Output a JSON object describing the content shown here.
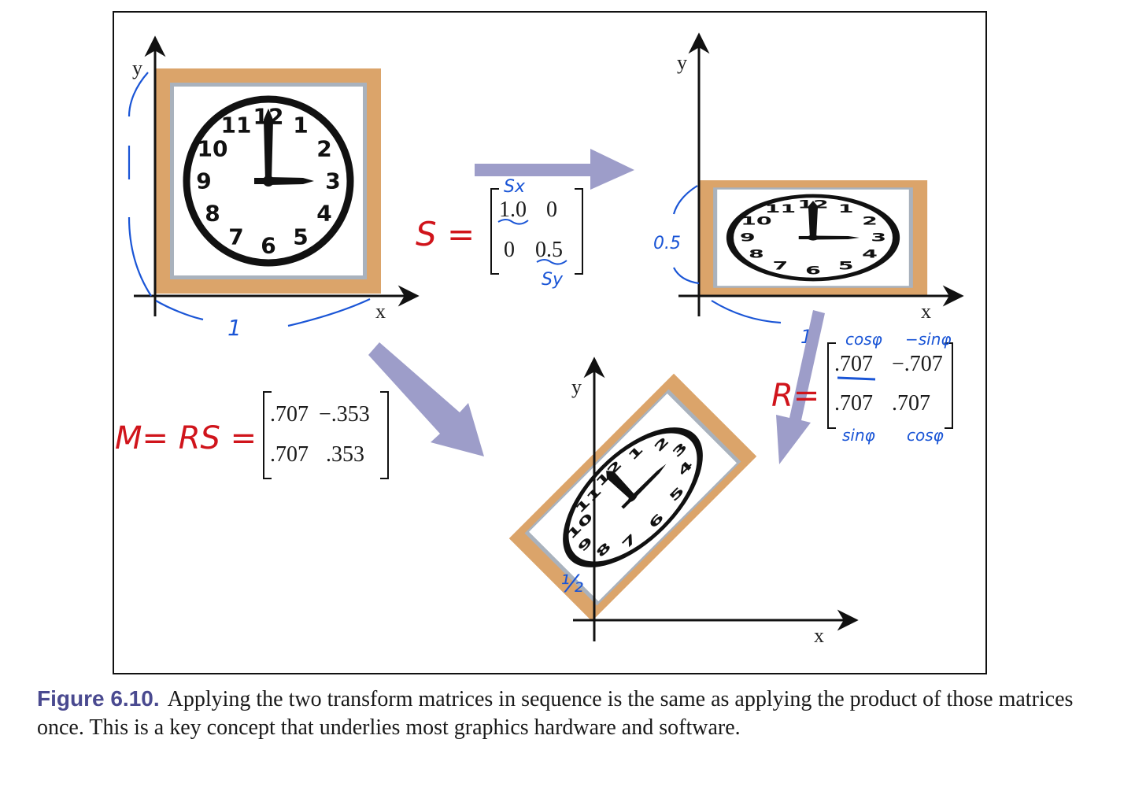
{
  "axes": {
    "x": "x",
    "y": "y"
  },
  "clock_numbers": [
    "12",
    "1",
    "2",
    "3",
    "4",
    "5",
    "6",
    "7",
    "8",
    "9",
    "10",
    "11"
  ],
  "scale_matrix": {
    "label": "S =",
    "rows": [
      [
        "1.0",
        "0"
      ],
      [
        "0",
        "0.5"
      ]
    ],
    "notes": {
      "sx": "Sx",
      "sy": "Sy"
    }
  },
  "rotation_matrix": {
    "label": "R=",
    "rows": [
      [
        ".707",
        "−.707"
      ],
      [
        ".707",
        ".707"
      ]
    ],
    "notes": {
      "top_left": "cosφ",
      "top_right": "−sinφ",
      "bottom_left": "sinφ",
      "bottom_right": "cosφ"
    }
  },
  "product_matrix": {
    "label": "M= RS =",
    "rows": [
      [
        ".707",
        "−.353"
      ],
      [
        ".707",
        ".353"
      ]
    ]
  },
  "annotations": {
    "unit_width": "1",
    "unit_height": "1",
    "scaled_height": "0.5",
    "scaled_width": "1",
    "rotated_height": "½"
  },
  "colors": {
    "frame": "#dba46a",
    "inner_border": "#a9b2bd",
    "arrow": "#9d9dc9",
    "ink_red": "#d0141b",
    "ink_blue": "#1a55d6"
  },
  "caption": {
    "label": "Figure 6.10.",
    "text": "Applying the two transform matrices in sequence is the same as applying the product of those matrices once. This is a key concept that underlies most graphics hardware and software."
  }
}
